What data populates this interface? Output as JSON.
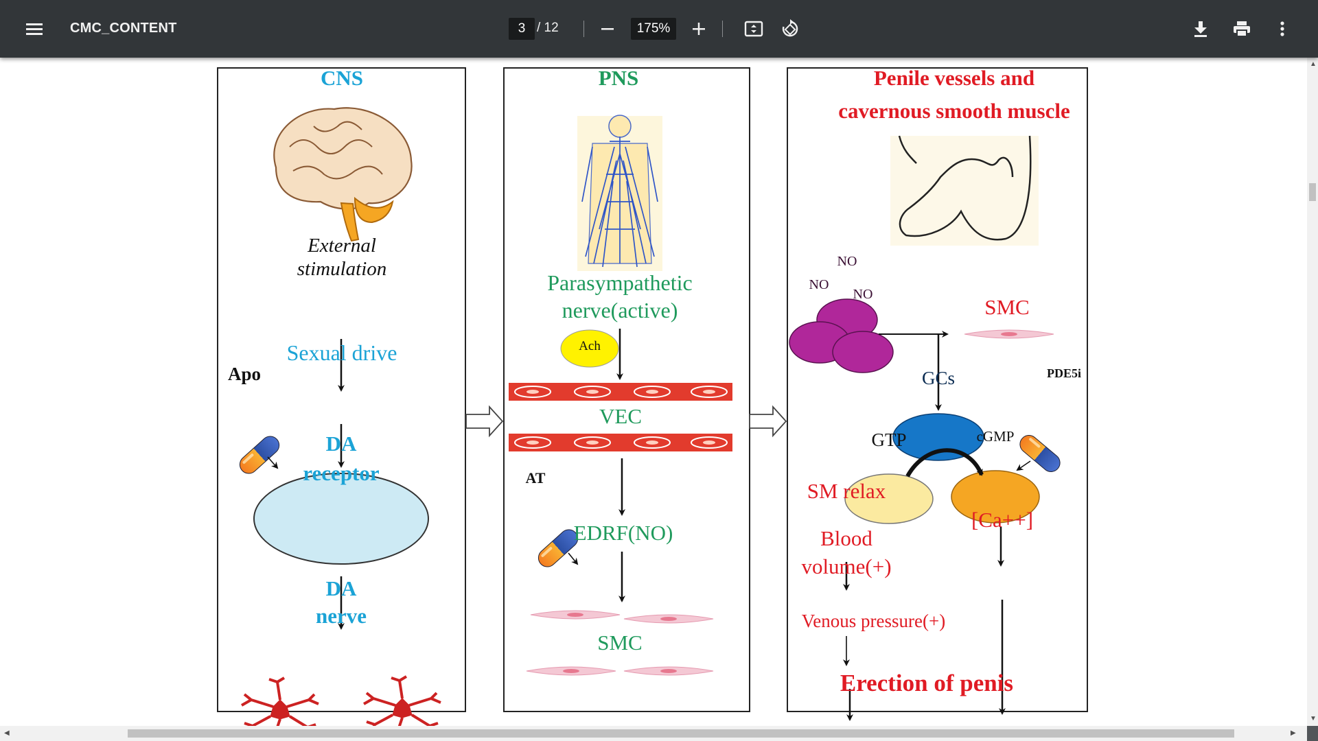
{
  "toolbar": {
    "title": "CMC_CONTENT",
    "current_page": "3",
    "total_pages": "/ 12",
    "zoom": "175%"
  },
  "icons": [
    "menu-icon",
    "minus-icon",
    "plus-icon",
    "fit-page-icon",
    "rotate-icon",
    "download-icon",
    "print-icon",
    "more-vert-icon",
    "brain-icon",
    "nervous-system-icon",
    "penis-illustration",
    "pill-icon",
    "neuron-icon",
    "smc-cell-icon"
  ],
  "colors": {
    "toolbar_bg": "#323639",
    "cyan_text": "#1ba3d6",
    "green_text": "#1f9a5c",
    "red_text": "#e01b24",
    "no_circle": "#b0279a",
    "gcs": "#1677c8",
    "gtp": "#fbeaa0",
    "cgmp": "#f5a623"
  },
  "figure": {
    "cns": {
      "title": "CNS",
      "stim_line1": "External",
      "stim_line2": "stimulation",
      "sexual_drive": "Sexual drive",
      "apo": "Apo",
      "da_receptor_line1": "DA",
      "da_receptor_line2": "receptor",
      "da_nerve_line1": "DA",
      "da_nerve_line2": "nerve"
    },
    "pns": {
      "title": "PNS",
      "para_line1": "Parasympathetic",
      "para_line2": "nerve(active)",
      "ach": "Ach",
      "vec": "VEC",
      "at": "AT",
      "edrf": "EDRF(NO)",
      "smc": "SMC"
    },
    "penile": {
      "title_line1": "Penile vessels and",
      "title_line2": "cavernous smooth muscle",
      "no1": "NO",
      "no2": "NO",
      "no3": "NO",
      "smc": "SMC",
      "pde5i": "PDE5i",
      "gcs": "GCs",
      "gtp": "GTP",
      "cgmp": "cGMP",
      "sm_relax": "SM relax",
      "blood_line1": "Blood",
      "blood_line2": "volume(+)",
      "ca": "[Ca++]",
      "venous": "Venous pressure(+)",
      "erection": "Erection of penis"
    }
  }
}
